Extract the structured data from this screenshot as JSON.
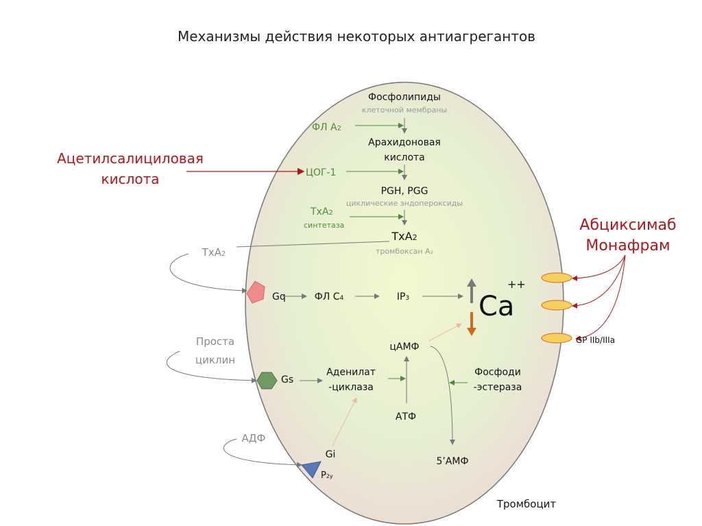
{
  "title": "Механизмы  действия некоторых антиагрегантов",
  "nodes": {
    "phospholipids": "Фосфолипиды",
    "phospholipids_sub": "клеточной мембраны",
    "pla2": "ФЛ А",
    "pla2_sub": "2",
    "arachidonic_1": "Арахидоновая",
    "arachidonic_2": "кислота",
    "cox1": "ЦОГ-1",
    "pgh": "PGH, PGG",
    "pgh_sub": "циклические эндопероксиды",
    "txa2_synth": "TxA",
    "txa2_synth_sub": "2",
    "txa2_synth_2": "синтетаза",
    "txa2": "TxA",
    "txa2_idx": "2",
    "txa2_sub": "тромбоксан А₂",
    "txa2_ext": "TxA",
    "txa2_ext_idx": "2",
    "gq": "Gq",
    "plc": "ФЛ С",
    "plc_idx": "4",
    "ip3": "IP",
    "ip3_idx": "3",
    "ca": "Ca",
    "ca_charge": "++",
    "camp": "цАМФ",
    "adenylate_1": "Аденилат",
    "adenylate_2": "-циклаза",
    "gs": "Gs",
    "atp": "АТФ",
    "pde_1": "Фосфоди",
    "pde_2": "-эстераза",
    "amp": "5’АМФ",
    "prosta_1": "Проста",
    "prosta_2": "циклин",
    "adp": "АДФ",
    "gi": "Gi",
    "p2y": "P",
    "p2y_idx": "2y",
    "platelet": "Тромбоцит",
    "gp": "GP IIb/IIIa"
  },
  "drugs": {
    "aspirin_1": "Ацетилсалициловая",
    "aspirin_2": "кислота",
    "abciximab_1": "Абциксимаб",
    "abciximab_2": "Монафрам"
  },
  "colors": {
    "drug": "#b2151b",
    "enzyme": "#4f8a3a",
    "ca_up": "#7a7a7a",
    "ca_down": "#d2691e"
  }
}
